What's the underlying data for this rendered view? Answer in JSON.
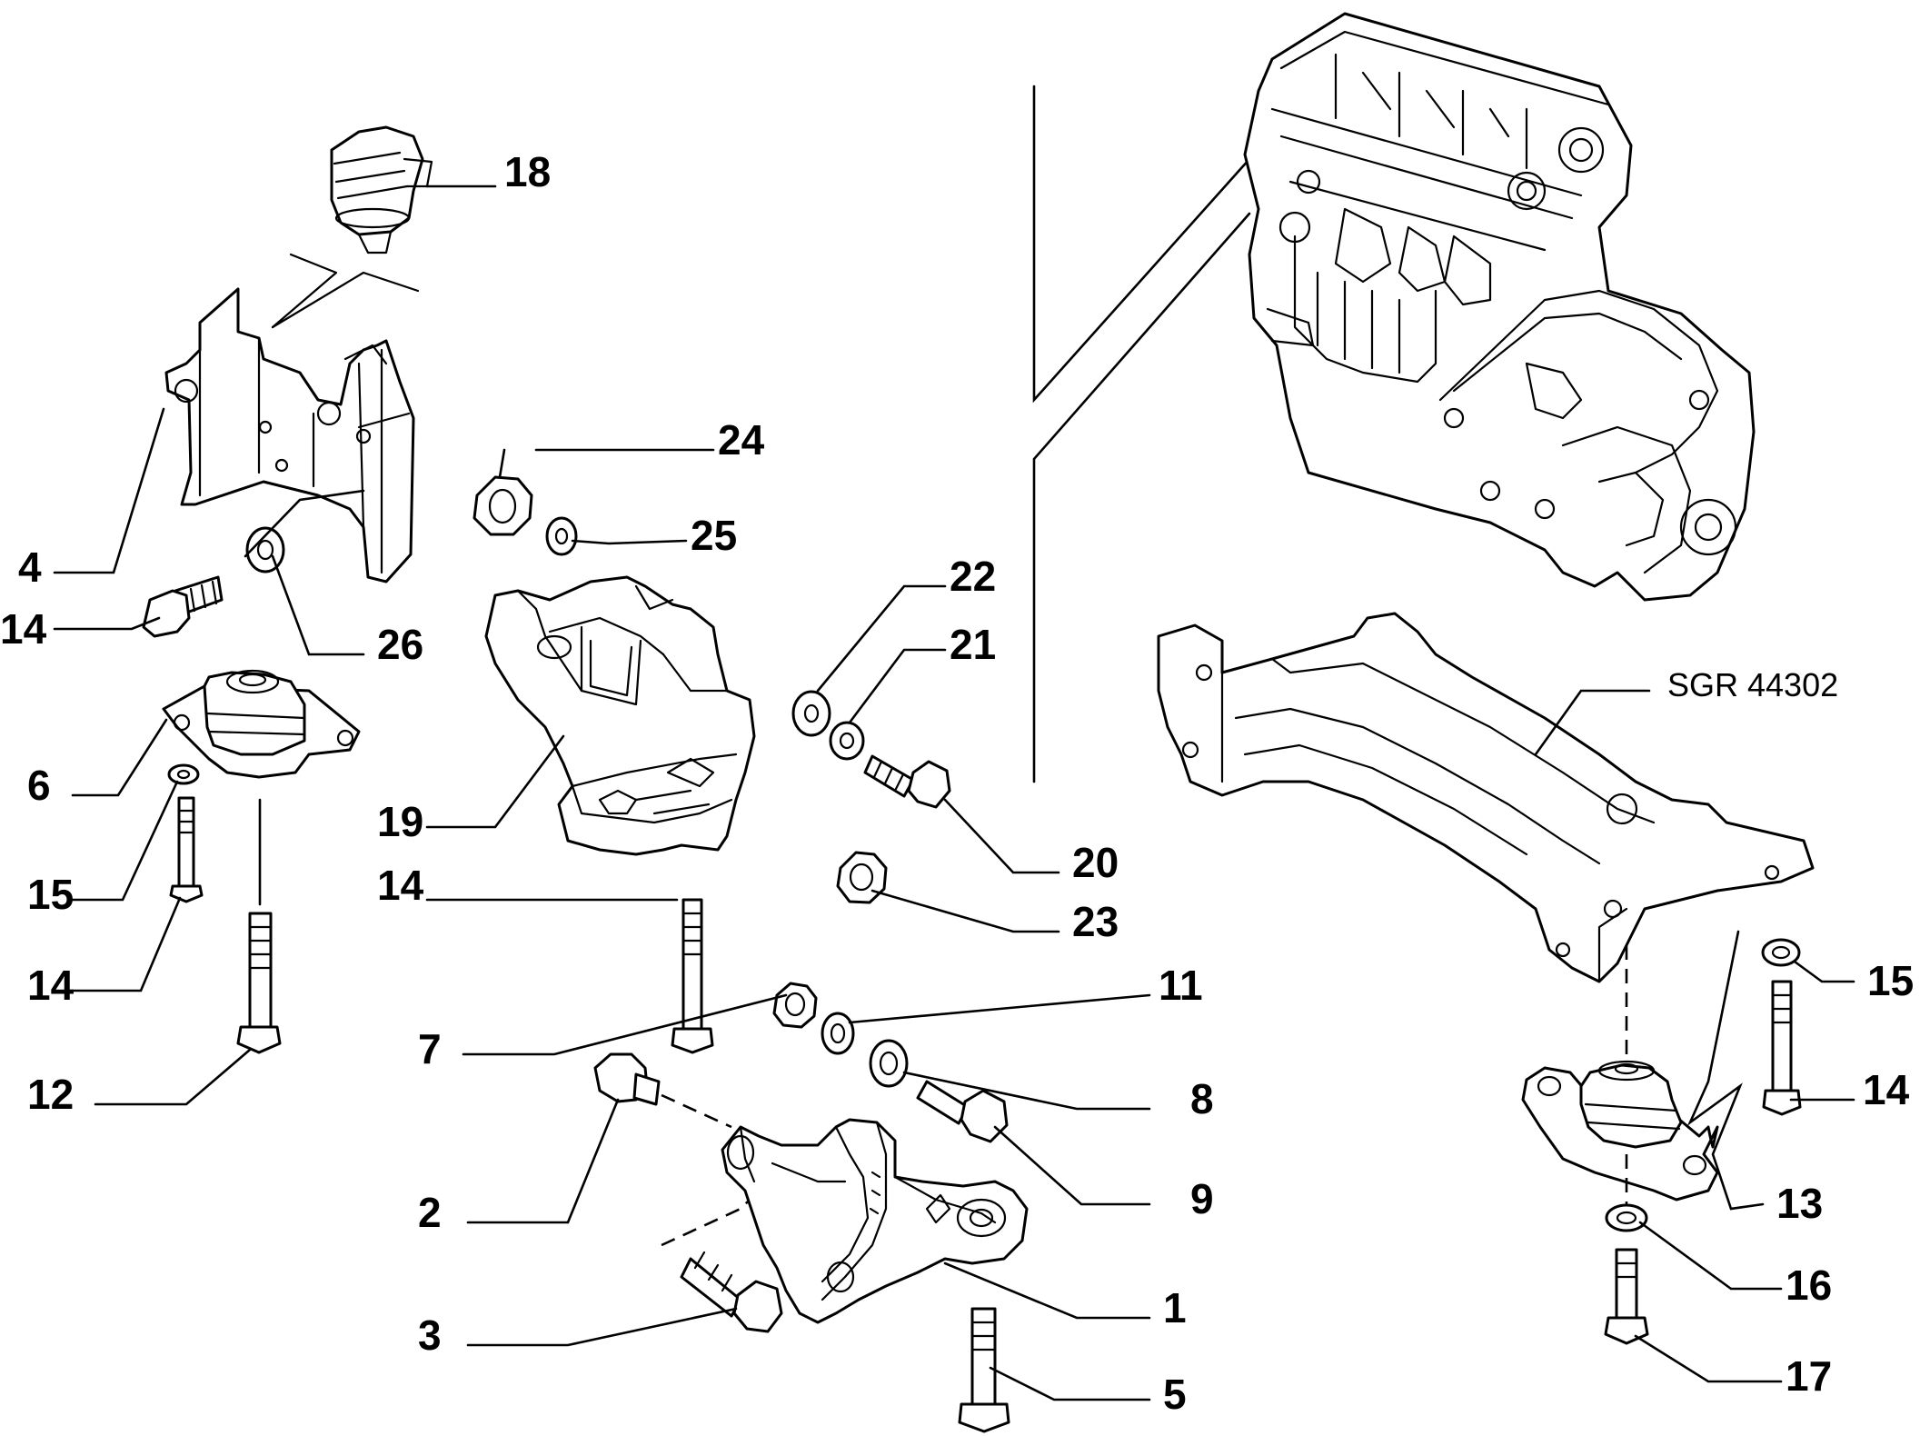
{
  "drawing_code": "SGR 44302",
  "callouts": {
    "c1": "1",
    "c2": "2",
    "c3": "3",
    "c4": "4",
    "c5": "5",
    "c6": "6",
    "c7": "7",
    "c8": "8",
    "c9": "9",
    "c11": "11",
    "c12": "12",
    "c13": "13",
    "c14a": "14",
    "c14b": "14",
    "c14c": "14",
    "c14d": "14",
    "c15a": "15",
    "c15b": "15",
    "c16": "16",
    "c17": "17",
    "c18": "18",
    "c19": "19",
    "c20": "20",
    "c21": "21",
    "c22": "22",
    "c23": "23",
    "c24": "24",
    "c25": "25",
    "c26": "26"
  }
}
